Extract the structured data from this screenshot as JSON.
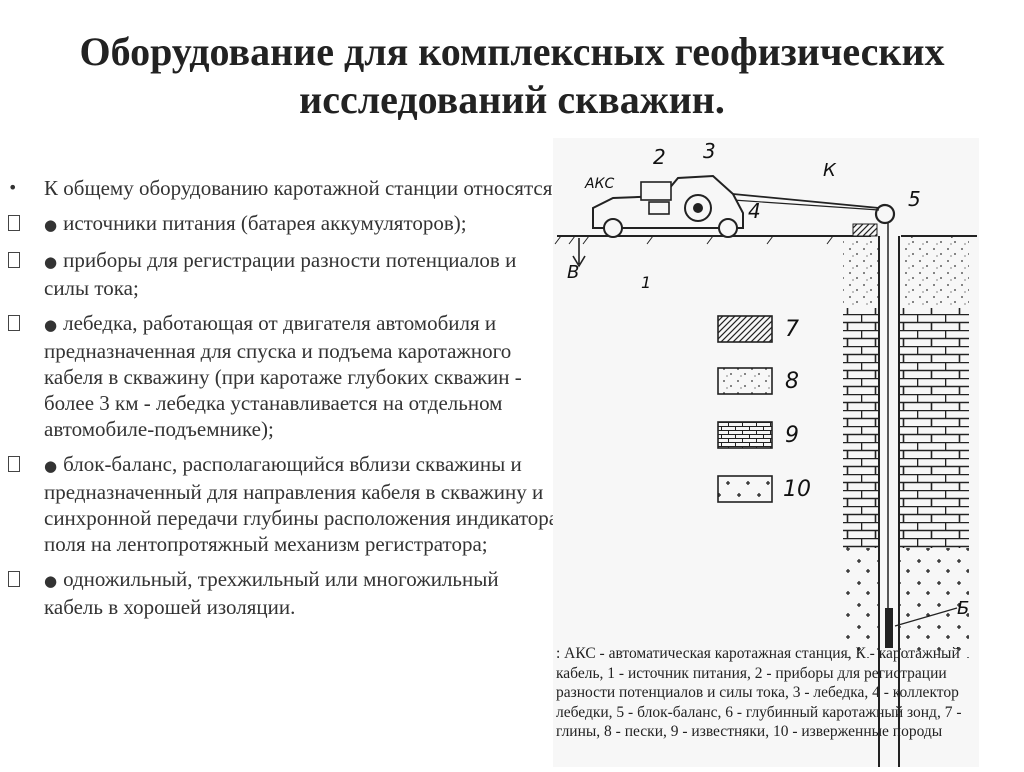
{
  "slide": {
    "title": "Оборудование для комплексных геофизических исследований скважин.",
    "intro": "К общему оборудованию каротажной станции относятся:",
    "items": [
      "источники питания (батарея аккумуляторов);",
      "приборы для регистрации разности потенциалов и силы тока;",
      "лебедка, работающая от двигателя автомобиля и предназначенная для спуска и подъема каротажного кабеля в скважину (при каротаже глубоких скважин - более 3 км - лебедка устанавливается на отдельном автомобиле-подъемнике);",
      "блок-баланс, располагающийся вблизи скважины и предназначенный для направления кабеля в скважину и синхронной передачи глубины расположения индикатора поля на лентопротяжный механизм регистратора;",
      "одножильный, трехжильный или многожильный кабель в хорошей изоляции."
    ]
  },
  "figure": {
    "labels": {
      "aks": "АКС",
      "n2": "2",
      "n3": "3",
      "k": "К",
      "n4": "4",
      "n5": "5",
      "v": "В",
      "n1": "1",
      "n7": "7",
      "n8": "8",
      "n9": "9",
      "n10": "10",
      "b": "Б"
    },
    "caption": ": АКС - автоматическая каротажная станция, К - каротажный кабель, 1 - источник питания, 2 - приборы для регистрации разности потенциалов и силы тока, 3 - лебедка, 4 - коллектор лебедки, 5 - блок-баланс, 6 - глубинный каротажный зонд, 7 - глины, 8 - пески, 9 - известняки, 10 - изверженные породы"
  }
}
